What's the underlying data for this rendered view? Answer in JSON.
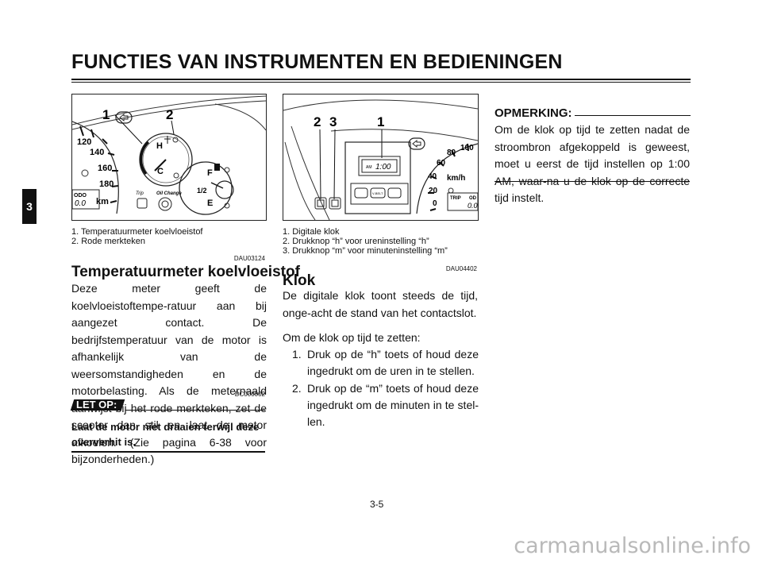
{
  "header": {
    "title": "FUNCTIES VAN INSTRUMENTEN EN BEDIENINGEN",
    "chapter_tab": "3"
  },
  "figure1": {
    "callouts": [
      "1",
      "2"
    ],
    "speed_labels": [
      "120",
      "140",
      "160",
      "180"
    ],
    "gauge_labels": {
      "hot": "H",
      "cold": "C",
      "full": "F",
      "half": "1/2",
      "empty": "E"
    },
    "bottom_labels": {
      "odo": "ODO",
      "odo_value": "0.0",
      "km": "km",
      "trip": "Trip",
      "oil": "Oil Change"
    },
    "captions": [
      "1.  Temperatuurmeter koelvloeistof",
      "2.  Rode merkteken"
    ]
  },
  "figure2": {
    "callouts": [
      "2",
      "3",
      "1"
    ],
    "speed_labels": [
      "0",
      "20",
      "40",
      "60",
      "80",
      "100"
    ],
    "clock": {
      "ampm": "AM",
      "time": "1:00"
    },
    "unit": "km/h",
    "indicator_labels": {
      "belt": "V-BELT"
    },
    "trip": {
      "label": "TRIP",
      "odo": "OD",
      "value": "0.0"
    },
    "captions": [
      "1.  Digitale klok",
      "2.  Drukknop “h” voor ureninstelling “h”",
      "3.  Drukknop “m” voor minuteninstelling “m”"
    ]
  },
  "left_column": {
    "code1": "DAU03124",
    "heading": "Temperatuurmeter koelvloeistof",
    "body": "Deze meter geeft de koelvloeistoftempe-ratuur aan bij aangezet contact. De bedrijfstemperatuur van de motor is afhankelijk van de weersomstandigheden en de motorbelasting. Als de meternaald aanwijst bij het rode merkteken, zet de scooter dan stil en laat de motor afkoelen. (Zie pagina 6-38 voor bijzonderheden.)",
    "code2": "DC000002",
    "notice_label": "LET OP:",
    "notice_text": "Laat de motor niet draaien terwijl deze oververhit is."
  },
  "middle_column": {
    "code": "DAU04402",
    "heading": "Klok",
    "body": "De digitale klok toont steeds de tijd, onge-acht de stand van het contactslot.",
    "instructions_intro": "Om de klok op tijd te zetten:",
    "steps": [
      {
        "num": "1.",
        "line1": "Druk op de “h” toets of houd deze",
        "line2": "ingedrukt om de uren in te stellen."
      },
      {
        "num": "2.",
        "line1": "Druk op de “m” toets of houd deze",
        "line2": "ingedrukt om de minuten in te stel-",
        "line3": "len."
      }
    ]
  },
  "right_column": {
    "note_label": "OPMERKING:",
    "note_text": "Om de klok op tijd te zetten nadat de stroombron afgekoppeld is geweest, moet u eerst de tijd instellen op 1:00 AM, waar-na u de klok op de correcte tijd instelt."
  },
  "footer": {
    "page_number": "3-5",
    "watermark": "carmanualsonline.info"
  }
}
